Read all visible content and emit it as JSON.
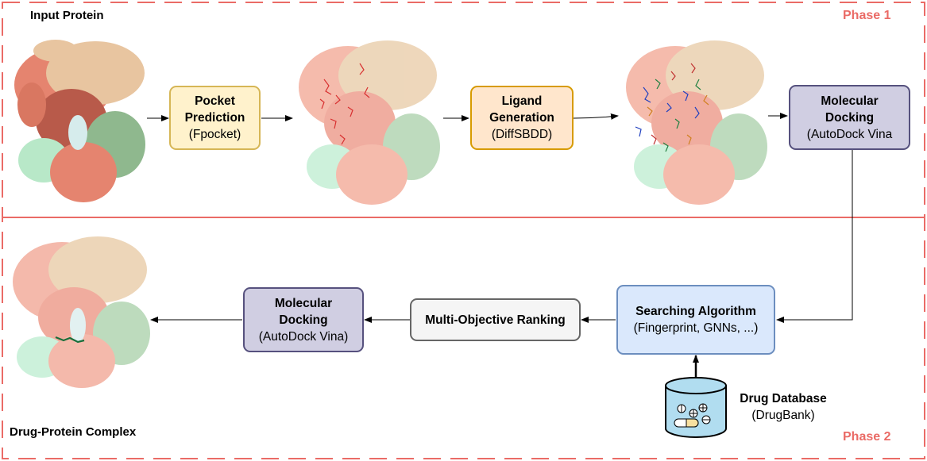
{
  "labels": {
    "input_protein": "Input Protein",
    "complex": "Drug-Protein Complex",
    "phase1": "Phase 1",
    "phase2": "Phase 2"
  },
  "boxes": {
    "pocket": {
      "line1": "Pocket",
      "line2": "Prediction",
      "sub": "(Fpocket)"
    },
    "ligand": {
      "line1": "Ligand",
      "line2": "Generation",
      "sub": "(DiffSBDD)"
    },
    "docking1": {
      "line1": "Molecular",
      "line2": "Docking",
      "sub": "(AutoDock Vina"
    },
    "search": {
      "line1": "Searching Algorithm",
      "sub": "(Fingerprint, GNNs, ...)"
    },
    "ranking": {
      "line1": "Multi-Objective Ranking"
    },
    "docking2": {
      "line1": "Molecular",
      "line2": "Docking",
      "sub": "(AutoDock Vina)"
    }
  },
  "database": {
    "title": "Drug Database",
    "sub": "(DrugBank)"
  },
  "colors": {
    "phase_border": "#ea6b66",
    "yellow_fill": "#fff2cc",
    "yellow_border": "#d6b656",
    "orange_fill": "#ffe6cc",
    "orange_border": "#d79b00",
    "purple_fill": "#d0cee2",
    "purple_border": "#56517e",
    "blue_fill": "#dae8fc",
    "blue_border": "#6c8ebf",
    "gray_fill": "#f5f5f5",
    "gray_border": "#666666",
    "cylinder_fill": "#b1ddf0",
    "cylinder_border": "#000000"
  }
}
